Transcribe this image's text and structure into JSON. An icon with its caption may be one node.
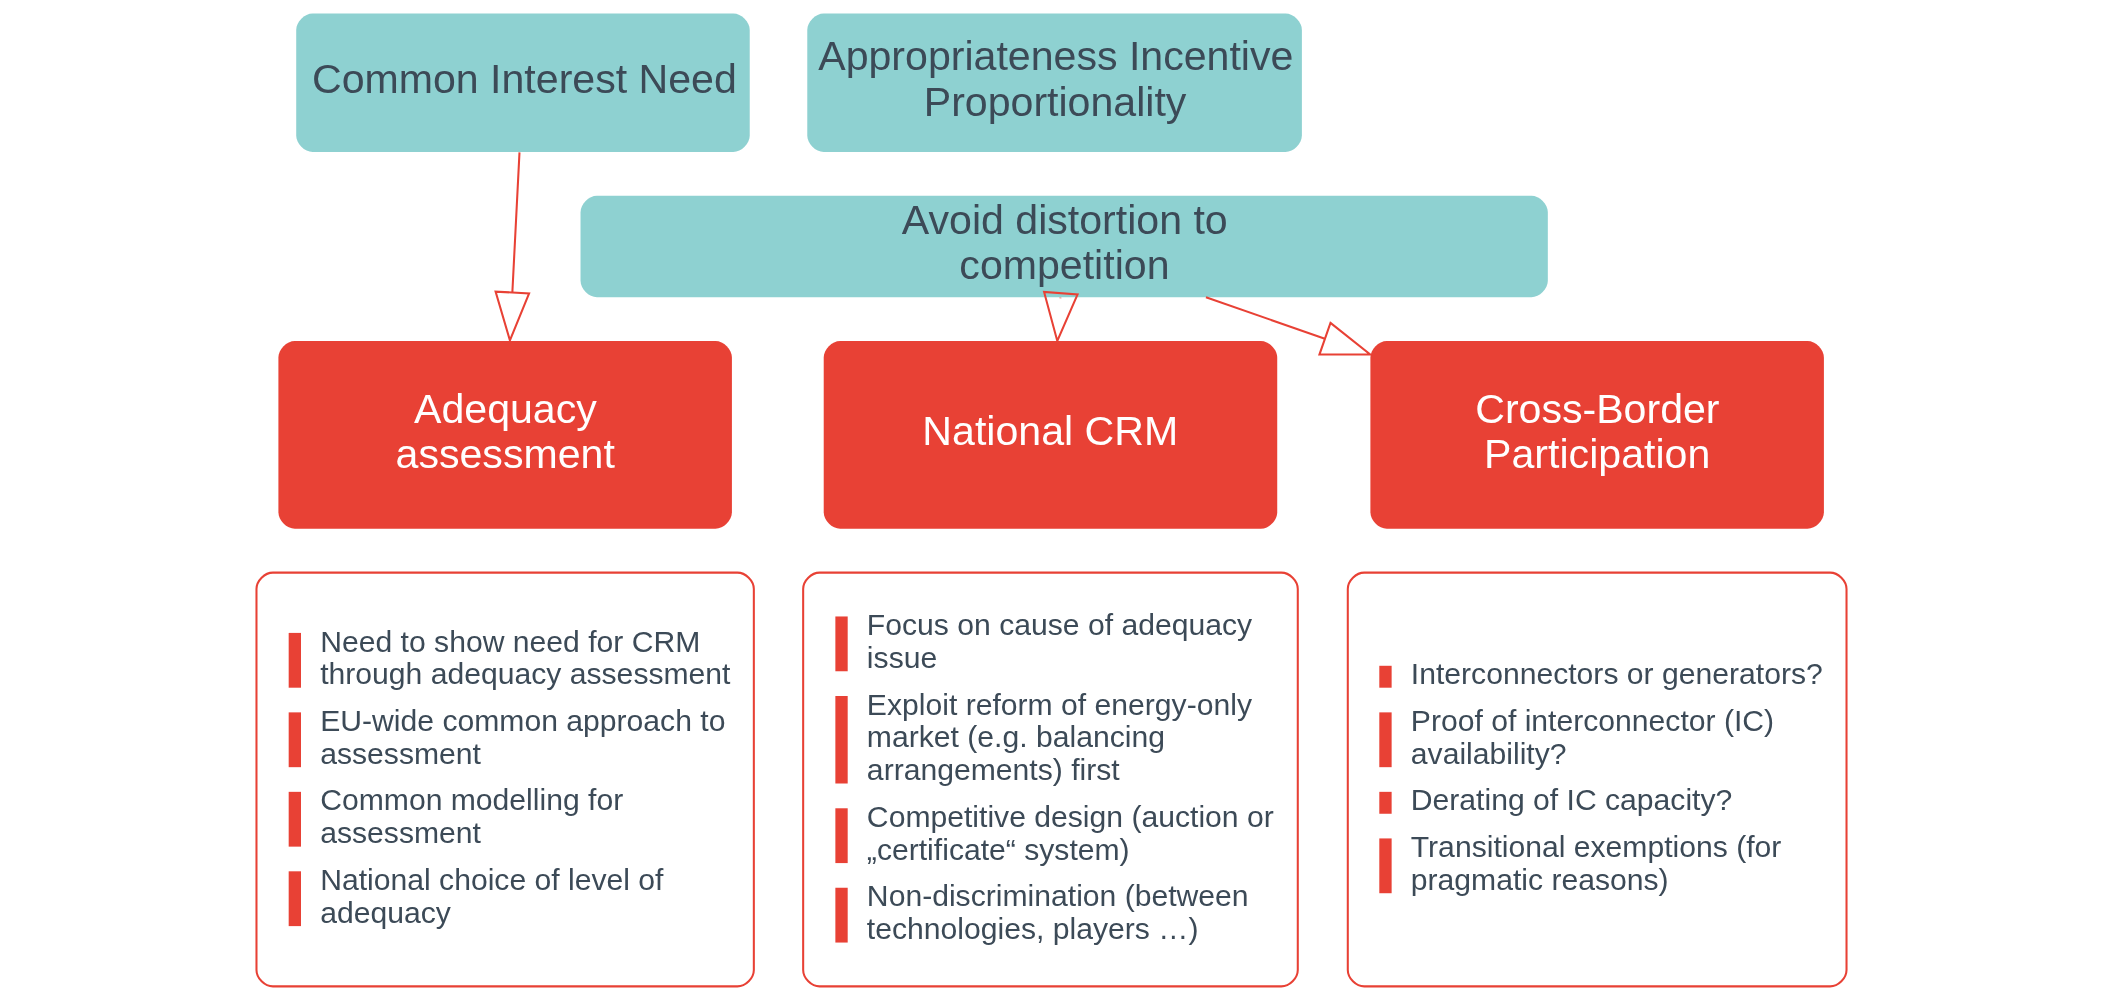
{
  "diagram": {
    "nodes": [
      {
        "text": [
          "Common Interest Need"
        ]
      },
      {
        "text": [
          "Appropriateness Incentive Proportionality"
        ]
      },
      {
        "text": [
          "Avoid distortion to competition"
        ]
      },
      {
        "text": [
          "Adequacy assessment"
        ]
      },
      {
        "text": [
          "National CRM"
        ]
      },
      {
        "text": [
          "Cross-Border Participation"
        ]
      },
      {
        "text": [
          "Need to show need for CRM through adequacy assessment",
          "EU-wide common approach to assessment",
          "Common modelling for assessment",
          "National choice of level of adequacy"
        ]
      },
      {
        "text": [
          "Focus on cause of adequacy issue",
          "Exploit reform of energy-only market (e.g. balancing arrangements) first",
          "Competitive design (auction or „certificate“ system)",
          "Non-discrimination (between technologies, players …)"
        ]
      },
      {
        "text": [
          "Interconnectors or generators?",
          "Proof of interconnector (IC) availability?",
          "Derating of IC capacity?",
          "Transitional exemptions (for pragmatic reasons)"
        ]
      }
    ],
    "edges": [
      {
        "from": 0,
        "to": 3,
        "arrow": "to"
      },
      {
        "from": 2,
        "to": 4,
        "arrow": "to"
      },
      {
        "from": 2,
        "to": 5,
        "arrow": "to"
      }
    ]
  }
}
